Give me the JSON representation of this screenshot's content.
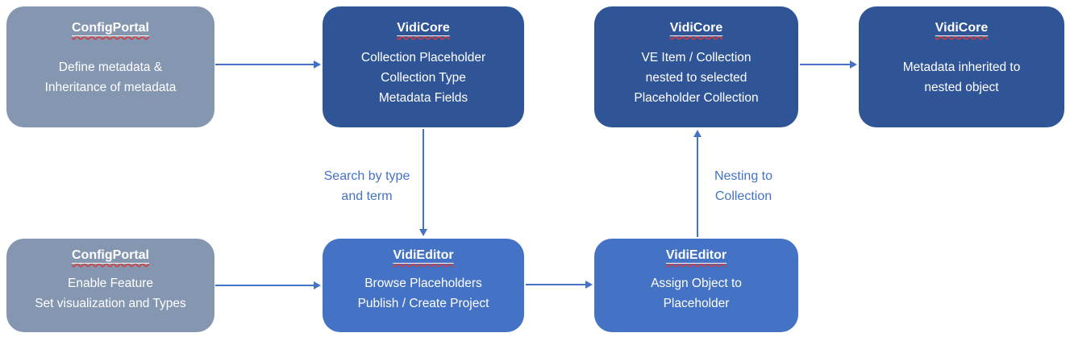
{
  "colors": {
    "node_gray": "#8496B0",
    "node_dark_blue": "#2F5597",
    "node_medium_blue": "#4472C4",
    "arrow": "#4472C4",
    "edge_label_text": "#4472C4",
    "node_text": "#FFFFFF",
    "title_spellcheck_underline": "#D43C3C"
  },
  "nodes": {
    "config_define": {
      "title": "ConfigPortal",
      "line1": "Define metadata &",
      "line2": "Inheritance of metadata"
    },
    "vidicore_placeholder": {
      "title": "VidiCore",
      "line1": "Collection Placeholder",
      "line2": "Collection Type",
      "line3": "Metadata Fields"
    },
    "vidicore_nested": {
      "title": "VidiCore",
      "line1": "VE Item / Collection",
      "line2": "nested to selected",
      "line3": "Placeholder Collection"
    },
    "vidicore_inherited": {
      "title": "VidiCore",
      "line1": "Metadata inherited to",
      "line2": "nested object"
    },
    "config_enable": {
      "title": "ConfigPortal",
      "line1": "Enable Feature",
      "line2": "Set visualization and Types"
    },
    "vidieditor_browse": {
      "title": "VidiEditor",
      "line1": "Browse Placeholders",
      "line2": "Publish / Create Project"
    },
    "vidieditor_assign": {
      "title": "VidiEditor",
      "line1": "Assign Object to",
      "line2": "Placeholder"
    }
  },
  "edge_labels": {
    "search": {
      "line1": "Search by type",
      "line2": "and term"
    },
    "nesting": {
      "line1": "Nesting to",
      "line2": "Collection"
    }
  }
}
